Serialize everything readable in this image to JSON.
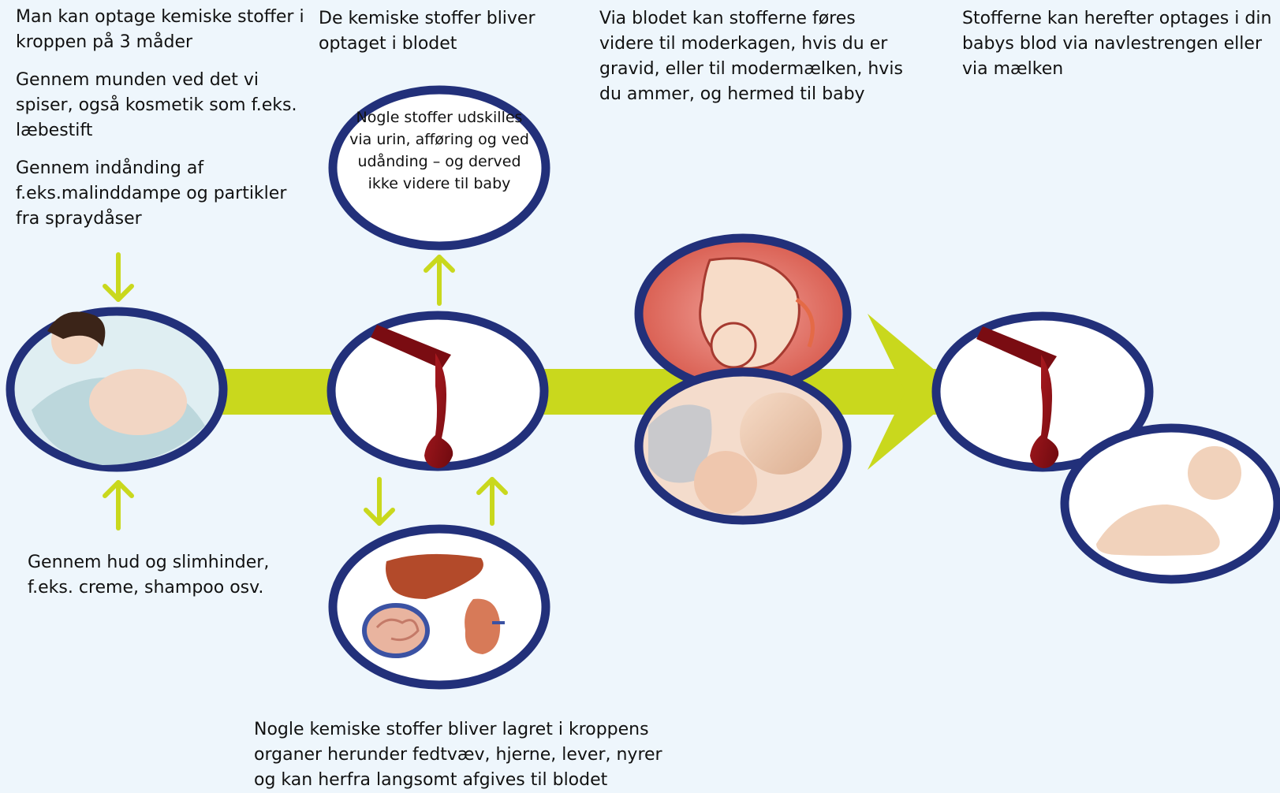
{
  "colors": {
    "background": "#eef6fc",
    "arrow": "#c9d81d",
    "circle_border": "#22307a",
    "blood": "#8e0f15"
  },
  "intake": {
    "intro_lines": [
      "Man kan optage kemiske stoffer i",
      "kroppen på 3 måder"
    ],
    "mouth_lines": [
      "Gennem munden ved det vi",
      "spiser, også kosmetik som f.eks.",
      "læbestift"
    ],
    "inhalation_lines": [
      "Gennem indånding af",
      "f.eks.malinddampe og partikler",
      "fra spraydåser"
    ],
    "skin_lines": [
      "Gennem hud og slimhinder,",
      "f.eks. creme, shampoo osv."
    ]
  },
  "blood": {
    "lines": [
      "De kemiske stoffer bliver",
      "optaget i blodet"
    ]
  },
  "excretion": {
    "lines": [
      "Nogle stoffer udskilles",
      "via urin, afføring og ved",
      "udånding – og derved",
      "ikke videre til baby"
    ]
  },
  "transfer": {
    "lines": [
      "Via blodet kan stofferne føres",
      "videre til moderkagen, hvis du er",
      "gravid, eller til modermælken, hvis",
      "du ammer, og hermed til baby"
    ]
  },
  "baby": {
    "lines": [
      "Stofferne kan herefter optages i din",
      "babys blod via navlestrengen eller",
      "via mælken"
    ]
  },
  "storage": {
    "lines": [
      "Nogle kemiske stoffer bliver lagret i kroppens",
      "organer herunder fedtvæv, hjerne, lever, nyrer",
      "og kan herfra langsomt afgives til blodet"
    ]
  },
  "icons": {
    "mother": "pregnant-woman-image",
    "blood_drop": "blood-drop-icon",
    "fetus": "fetus-image",
    "breastfeeding": "breastfeeding-image",
    "organs": "organs-image",
    "baby": "baby-image"
  }
}
